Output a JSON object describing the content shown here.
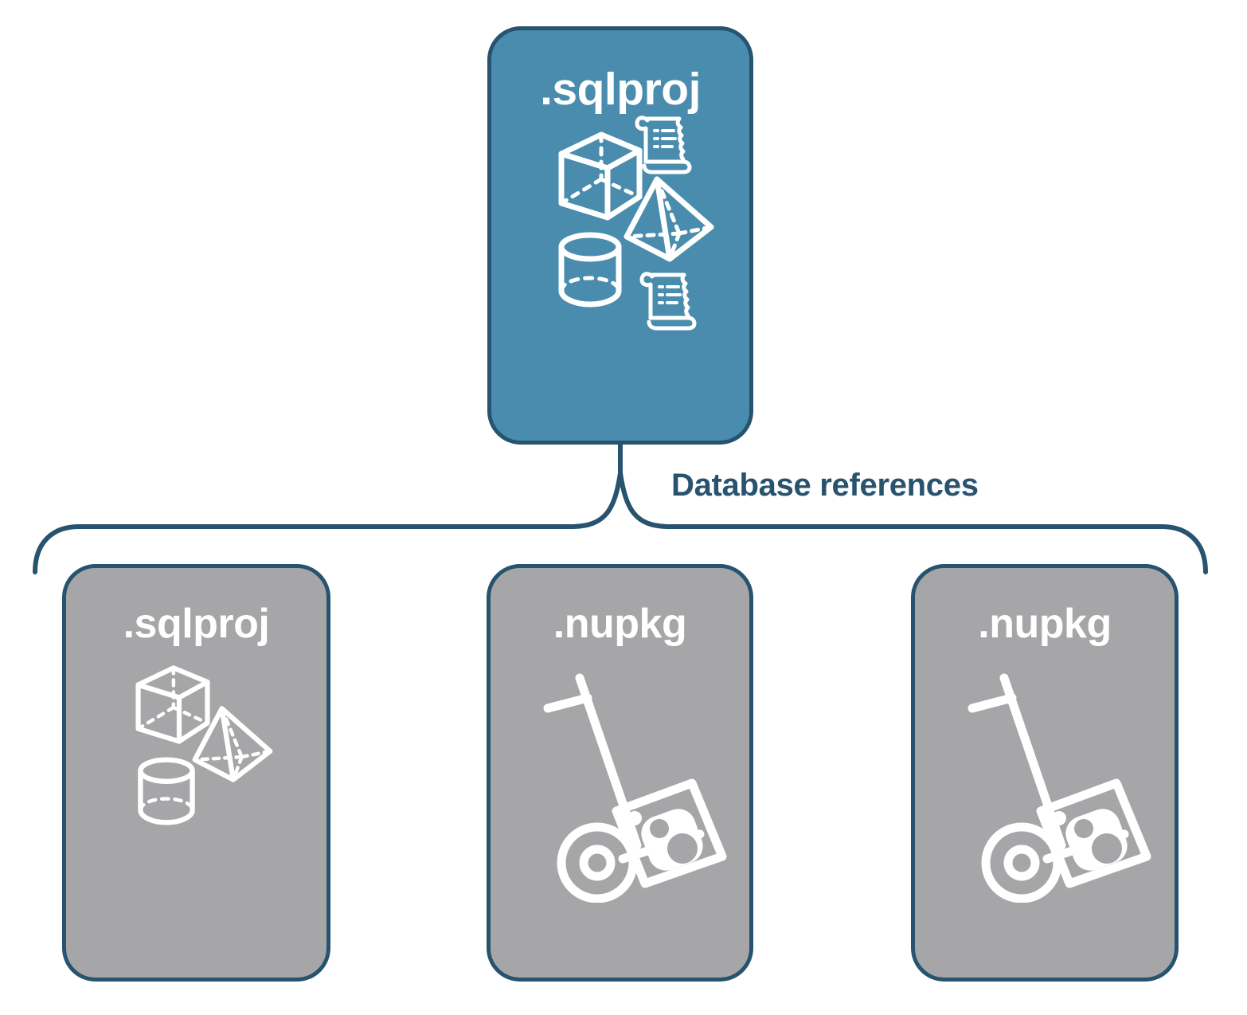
{
  "diagram": {
    "title_visible": false,
    "connector_label": "Database references",
    "colors": {
      "primary_fill": "#4a8cae",
      "secondary_fill": "#a6a6a8",
      "stroke": "#27536f",
      "icon": "#ffffff",
      "label_text": "#27536f",
      "background": "#ffffff"
    }
  },
  "nodes": {
    "main": {
      "label": ".sqlproj",
      "fill": "#4a8cae",
      "icons": [
        "cube-wireframe-icon",
        "scroll-icon",
        "pyramid-wireframe-icon",
        "cylinder-wireframe-icon",
        "scroll-icon"
      ]
    },
    "references": [
      {
        "label": ".sqlproj",
        "fill": "#a6a6a8",
        "icons": [
          "cube-wireframe-icon",
          "pyramid-wireframe-icon",
          "cylinder-wireframe-icon"
        ]
      },
      {
        "label": ".nupkg",
        "fill": "#a6a6a8",
        "icons": [
          "hand-truck-icon",
          "nuget-package-icon"
        ]
      },
      {
        "label": ".nupkg",
        "fill": "#a6a6a8",
        "icons": [
          "hand-truck-icon",
          "nuget-package-icon"
        ]
      }
    ]
  }
}
